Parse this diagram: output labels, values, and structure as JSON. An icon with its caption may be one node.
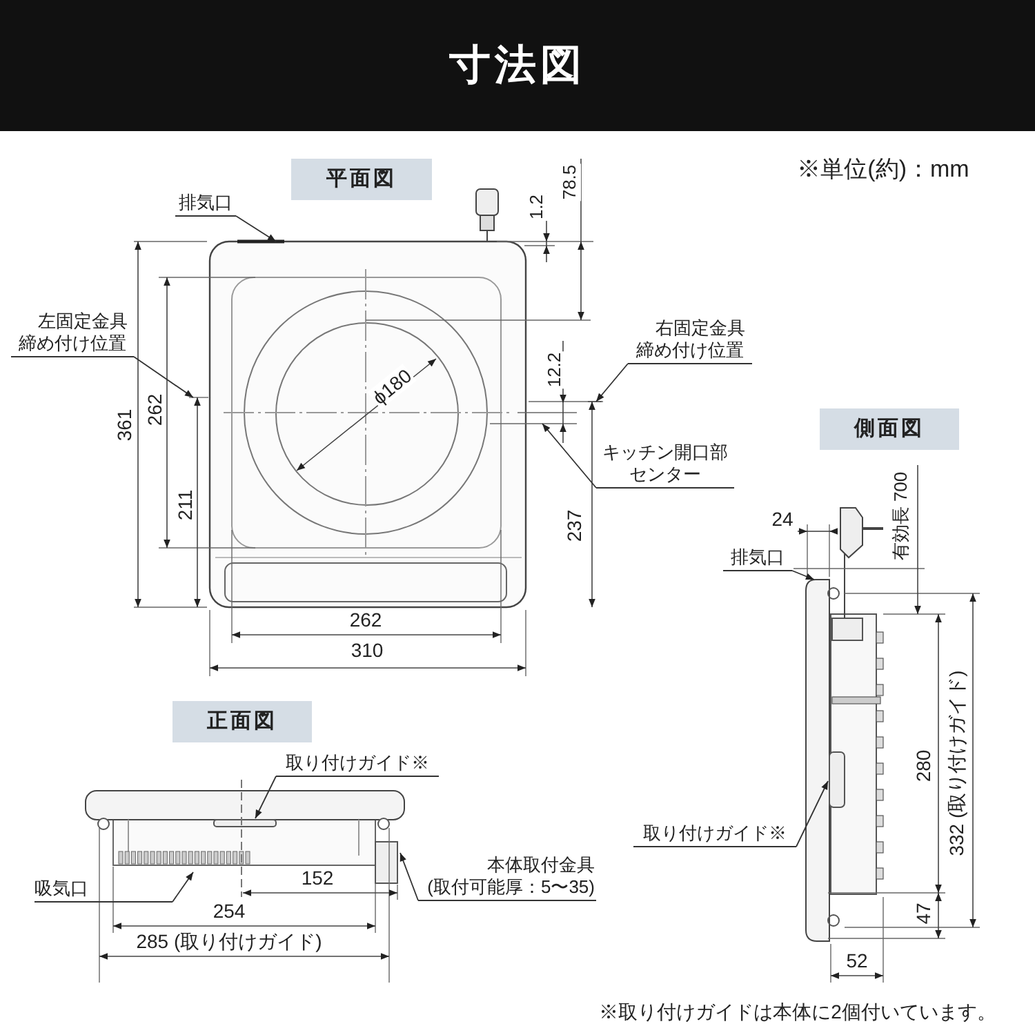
{
  "diagram": {
    "title": "寸法図",
    "nodes": [
      {
        "text": [
          "平面図"
        ]
      },
      {
        "text": [
          "排気口"
        ]
      },
      {
        "text": [
          "左固定金具締め付け位置"
        ]
      },
      {
        "text": [
          "右固定金具締め付け位置"
        ]
      },
      {
        "text": [
          "キッチン開口部センター"
        ]
      },
      {
        "text": [
          "側面図"
        ]
      },
      {
        "text": [
          "排気口"
        ]
      },
      {
        "text": [
          "正面図"
        ]
      },
      {
        "text": [
          "取り付けガイド※"
        ]
      },
      {
        "text": [
          "取り付けガイド※"
        ]
      },
      {
        "text": [
          "吸気口"
        ]
      },
      {
        "text": [
          "本体取付金具(取付可能厚：5〜35)"
        ]
      },
      {
        "text": [],
        "shape": "picture"
      },
      {
        "text": [],
        "shape": "picture"
      },
      {
        "text": [],
        "shape": "picture"
      }
    ],
    "edges": [
      {
        "from": 1,
        "to": 12,
        "arrow": "to"
      },
      {
        "from": 2,
        "to": 12,
        "arrow": "to"
      },
      {
        "from": 3,
        "to": 12,
        "arrow": "to"
      },
      {
        "from": 4,
        "to": 12,
        "arrow": "to"
      },
      {
        "from": 6,
        "to": 13,
        "arrow": "to"
      },
      {
        "from": 8,
        "to": 14,
        "arrow": "to"
      },
      {
        "from": 9,
        "to": 13,
        "arrow": "to"
      },
      {
        "from": 10,
        "to": 14,
        "arrow": "to"
      },
      {
        "from": 11,
        "to": 14,
        "arrow": "to"
      }
    ],
    "labels": [
      "※単位(約)：mm",
      "1.2",
      "78.5",
      "361",
      "262",
      "ϕ180",
      "12.2",
      "211",
      "237",
      "262",
      "310",
      "24",
      "有効長 700",
      "280",
      "332 (取り付けガイド)",
      "47",
      "52",
      "152",
      "254",
      "285 (取り付けガイド)",
      "※取り付けガイドは本体に2個付いています。"
    ]
  }
}
